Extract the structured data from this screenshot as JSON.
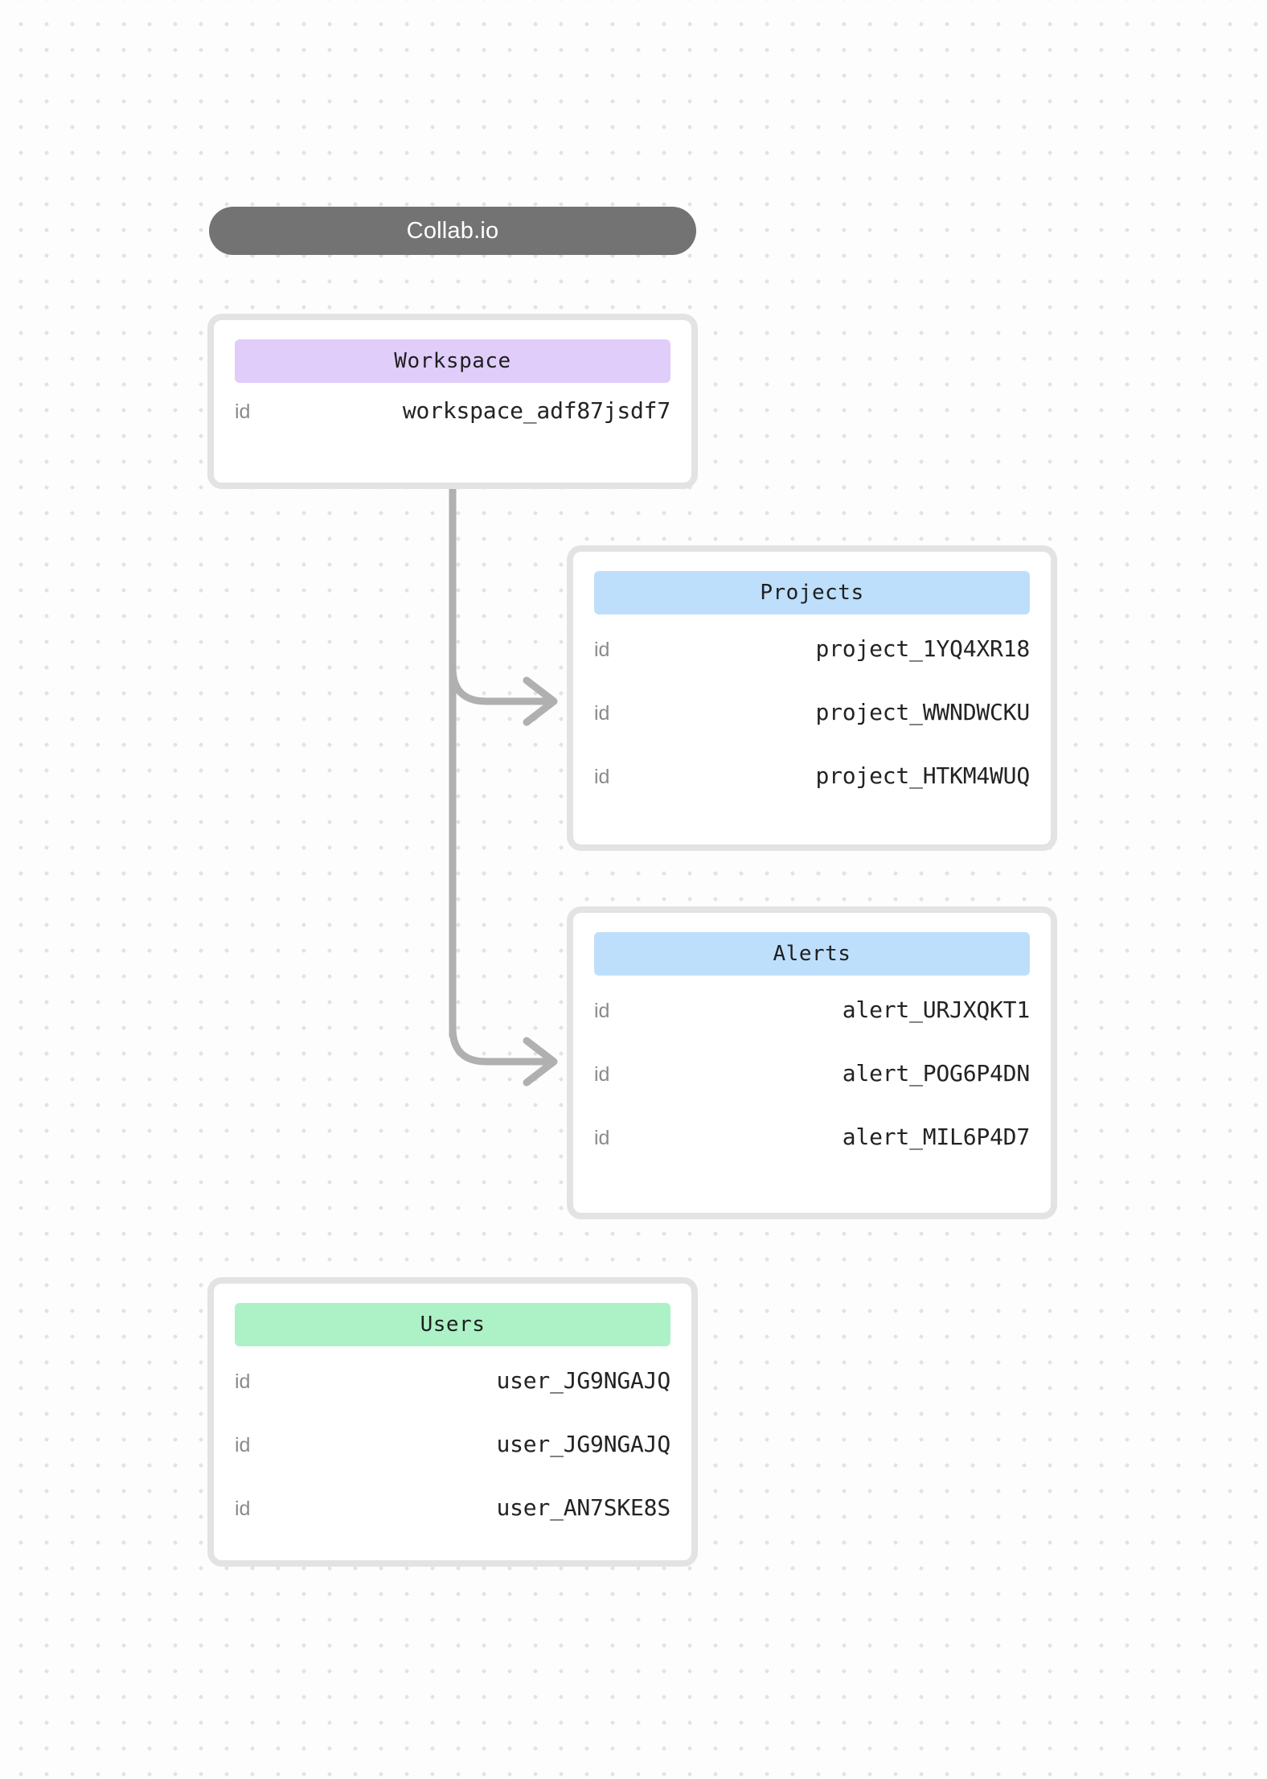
{
  "diagram": {
    "title": "Collab.io",
    "background": {
      "grid": "dot-grid",
      "dot_color": "#e3e3e3",
      "canvas_color": "#fdfdfd"
    },
    "colors": {
      "title_pill": "#737373",
      "workspace_header": "#e0cdfa",
      "projects_header": "#bddffb",
      "alerts_header": "#bddffb",
      "users_header": "#adf2c7",
      "card_border": "#e3e3e3",
      "connector": "#b0b0b0"
    },
    "entities": [
      {
        "id": "workspace",
        "name": "Workspace",
        "accent": "purple",
        "rows": [
          {
            "label": "id",
            "value": "workspace_adf87jsdf7"
          }
        ]
      },
      {
        "id": "projects",
        "name": "Projects",
        "accent": "blue",
        "rows": [
          {
            "label": "id",
            "value": "project_1YQ4XR18"
          },
          {
            "label": "id",
            "value": "project_WWNDWCKU"
          },
          {
            "label": "id",
            "value": "project_HTKM4WUQ"
          }
        ]
      },
      {
        "id": "alerts",
        "name": "Alerts",
        "accent": "blue",
        "rows": [
          {
            "label": "id",
            "value": "alert_URJXQKT1"
          },
          {
            "label": "id",
            "value": "alert_POG6P4DN"
          },
          {
            "label": "id",
            "value": "alert_MIL6P4D7"
          }
        ]
      },
      {
        "id": "users",
        "name": "Users",
        "accent": "green",
        "rows": [
          {
            "label": "id",
            "value": "user_JG9NGAJQ"
          },
          {
            "label": "id",
            "value": "user_JG9NGAJQ"
          },
          {
            "label": "id",
            "value": "user_AN7SKE8S"
          }
        ]
      }
    ],
    "connections": [
      {
        "from": "workspace",
        "to": "projects"
      },
      {
        "from": "workspace",
        "to": "alerts"
      }
    ]
  }
}
